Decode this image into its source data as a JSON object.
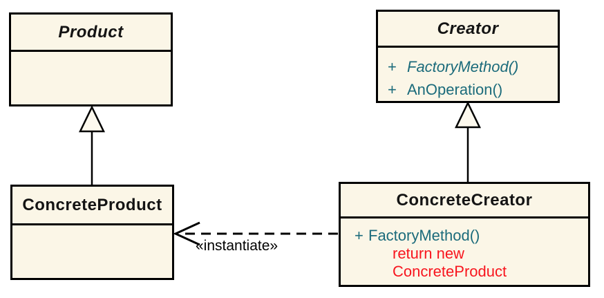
{
  "colors": {
    "box_fill": "#FBF6E7",
    "border": "#000000",
    "method_color": "#1B6B7B",
    "note_color": "#F8151E",
    "label_color": "#000000"
  },
  "classes": {
    "product": {
      "name": "Product"
    },
    "creator": {
      "name": "Creator",
      "methods": [
        {
          "visibility": "+",
          "name": "FactoryMethod()"
        },
        {
          "visibility": "+",
          "name": "AnOperation()"
        }
      ]
    },
    "concrete_product": {
      "name": "ConcreteProduct"
    },
    "concrete_creator": {
      "name": "ConcreteCreator",
      "methods": [
        {
          "visibility": "+",
          "name": "FactoryMethod()"
        }
      ],
      "note_lines": [
        "return new",
        "ConcreteProduct"
      ]
    }
  },
  "relations": {
    "instantiate_label": "«instantiate»"
  }
}
